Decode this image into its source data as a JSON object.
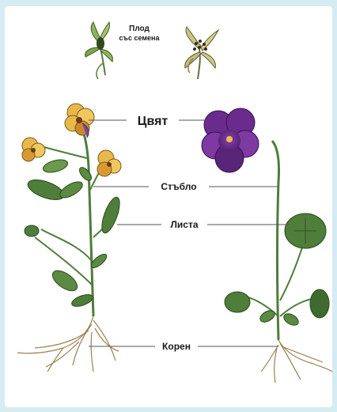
{
  "labels": {
    "fruit_line1": "Плод",
    "fruit_line2": "със семена",
    "flower": "Цвят",
    "stem": "Стъбло",
    "leaves": "Листа",
    "root": "Корен"
  },
  "colors": {
    "background": "#d6ecf3",
    "flower_purple": "#6a2c8c",
    "flower_yellow": "#e8b84a",
    "leaf_green": "#4f7d3a",
    "root_tan": "#c9b07a"
  }
}
